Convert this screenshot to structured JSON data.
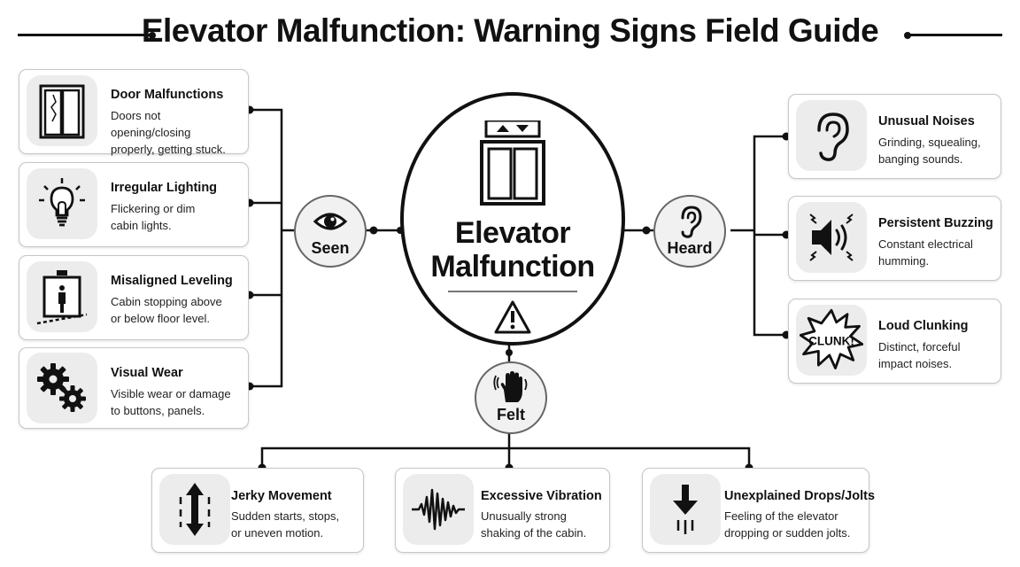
{
  "title": "Elevator Malfunction: Warning Signs Field Guide",
  "center": {
    "line1": "Elevator",
    "line2": "Malfunction"
  },
  "categories": {
    "seen": "Seen",
    "heard": "Heard",
    "felt": "Felt"
  },
  "seen": [
    {
      "title": "Door Malfunctions",
      "desc": [
        "Doors not opening/closing",
        "properly, getting stuck."
      ],
      "icon": "cracked-door-icon"
    },
    {
      "title": "Irregular Lighting",
      "desc": [
        "Flickering or dim",
        "cabin lights."
      ],
      "icon": "lightbulb-icon"
    },
    {
      "title": "Misaligned Leveling",
      "desc": [
        "Cabin stopping above",
        "or below floor level."
      ],
      "icon": "misaligned-cabin-icon"
    },
    {
      "title": "Visual Wear",
      "desc": [
        "Visible wear or damage",
        "to buttons, panels."
      ],
      "icon": "gears-icon"
    }
  ],
  "heard": [
    {
      "title": "Unusual Noises",
      "desc": [
        "Grinding, squealing,",
        "banging sounds."
      ],
      "icon": "ear-icon"
    },
    {
      "title": "Persistent Buzzing",
      "desc": [
        "Constant electrical",
        "humming."
      ],
      "icon": "speaker-icon"
    },
    {
      "title": "Loud Clunking",
      "desc": [
        "Distinct, forceful",
        "impact noises."
      ],
      "icon": "clunk-burst-icon",
      "burst_text": "CLUNK!"
    }
  ],
  "felt": [
    {
      "title": "Jerky Movement",
      "desc": [
        "Sudden starts, stops,",
        "or uneven motion."
      ],
      "icon": "up-down-arrow-icon"
    },
    {
      "title": "Excessive Vibration",
      "desc": [
        "Unusually strong",
        "shaking of the cabin."
      ],
      "icon": "waveform-icon"
    },
    {
      "title": "Unexplained Drops/Jolts",
      "desc": [
        "Feeling of the elevator",
        "dropping or sudden jolts."
      ],
      "icon": "down-arrow-icon"
    }
  ]
}
